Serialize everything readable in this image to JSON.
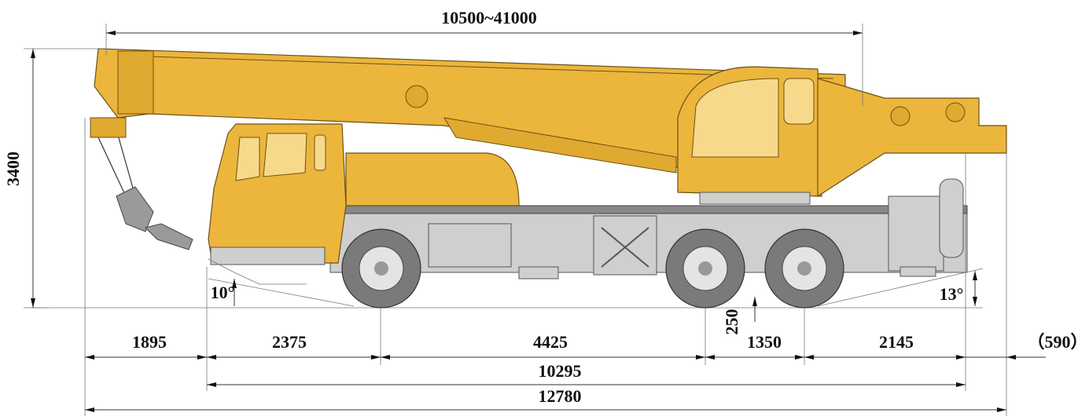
{
  "title": "Truck crane dimension drawing",
  "colors": {
    "body": "#ecb53c",
    "chassis": "#cfcfcf",
    "tire": "#7a7a7a"
  },
  "dimensions": {
    "boom_length": "10500~41000",
    "overall_height": "3400",
    "approach_angle": "10°",
    "departure_angle": "13°",
    "ground_clearance": "250",
    "front_overhang": "1895",
    "axle_1_2": "2375",
    "axle_2_3": "4425",
    "axle_3_4": "1350",
    "rear_overhang": "2145",
    "counterweight_extension": "（590）",
    "chassis_length": "10295",
    "overall_length": "12780"
  }
}
